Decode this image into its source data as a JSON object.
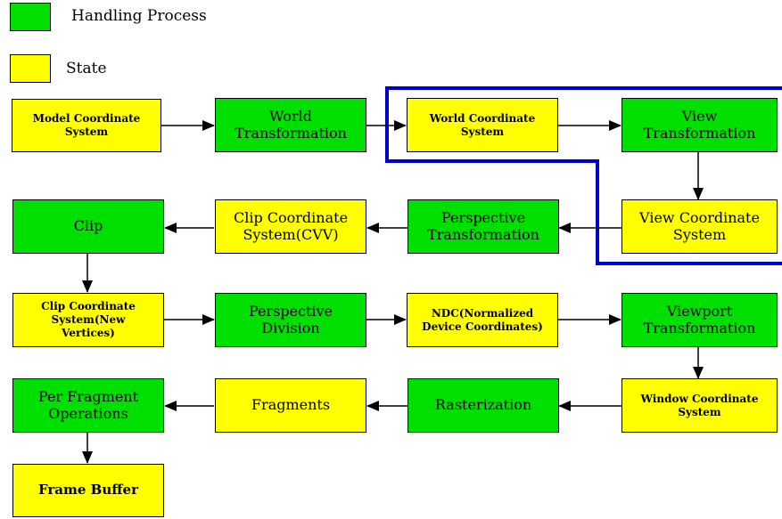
{
  "colors": {
    "process": "#00e000",
    "state": "#ffff00",
    "highlight": "#0000cc",
    "line": "#000000"
  },
  "legend": {
    "process_label": "Handling Process",
    "state_label": "State"
  },
  "nodes": {
    "model_coordinate_system": "Model Coordinate\nSystem",
    "world_transformation": "World\nTransformation",
    "world_coordinate_system": "World Coordinate\nSystem",
    "view_transformation": "View\nTransformation",
    "clip": "Clip",
    "clip_coordinate_system_cvv": "Clip Coordinate\nSystem(CVV)",
    "perspective_transformation": "Perspective\nTransformation",
    "view_coordinate_system": "View Coordinate\nSystem",
    "clip_coordinate_system_new_vertices": "Clip Coordinate\nSystem(New\nVertices)",
    "perspective_division": "Perspective\nDivision",
    "ndc": "NDC(Normalized\nDevice Coordinates)",
    "viewport_transformation": "Viewport\nTransformation",
    "per_fragment_operations": "Per Fragment\nOperations",
    "fragments": "Fragments",
    "rasterization": "Rasterization",
    "window_coordinate_system": "Window Coordinate\nSystem",
    "frame_buffer": "Frame Buffer"
  }
}
